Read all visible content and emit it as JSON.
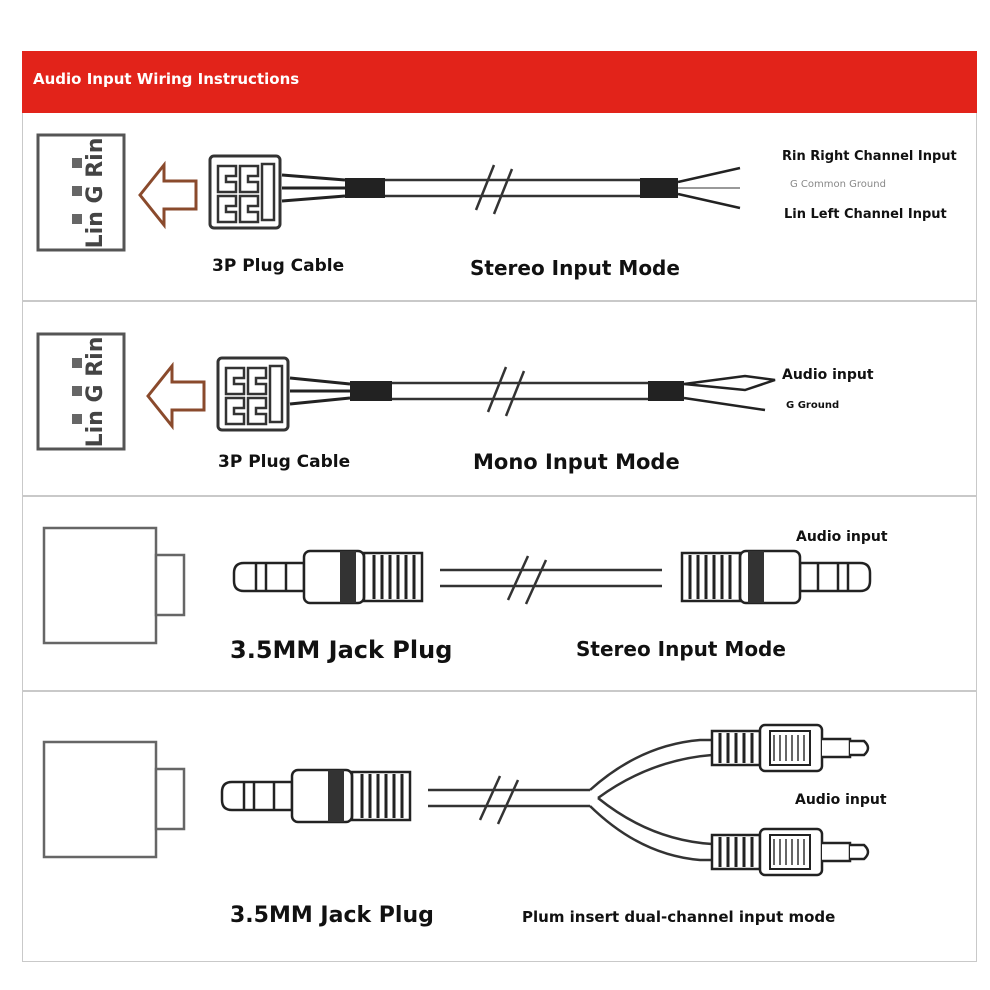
{
  "header": {
    "title": "Audio Input Wiring Instructions"
  },
  "panels": [
    {
      "connector_pins": "Lin G Rin",
      "plug_label": "3P Plug Cable",
      "mode_label": "Stereo Input Mode",
      "wire_labels": [
        "Rin Right Channel Input",
        "G Common Ground",
        "Lin Left Channel Input"
      ]
    },
    {
      "connector_pins": "Lin G Rin",
      "plug_label": "3P Plug Cable",
      "mode_label": "Mono Input Mode",
      "wire_labels": [
        "Audio input",
        "G Ground"
      ]
    },
    {
      "plug_label": "3.5MM Jack Plug",
      "mode_label": "Stereo Input Mode",
      "wire_labels": [
        "Audio input"
      ]
    },
    {
      "plug_label": "3.5MM Jack Plug",
      "mode_label": "Plum insert dual-channel input mode",
      "wire_labels": [
        "Audio input"
      ]
    }
  ]
}
